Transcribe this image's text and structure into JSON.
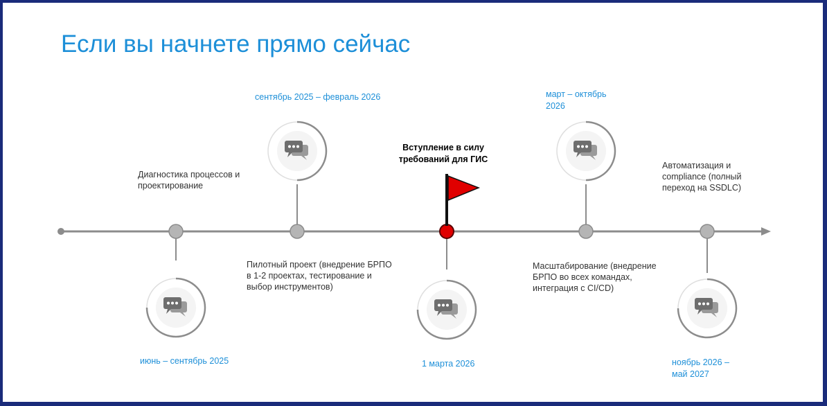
{
  "slide": {
    "title": "Если вы начнете прямо сейчас"
  },
  "timeline": {
    "milestone_label": "Вступление в силу требований для ГИС",
    "stages": [
      {
        "date": "июнь – сентябрь 2025",
        "description": "Диагностика процессов и проектирование"
      },
      {
        "date": "сентябрь 2025 – февраль 2026",
        "description": "Пилотный проект (внедрение БРПО в 1-2 проектах, тестирование и выбор инструментов)"
      },
      {
        "date": "1 марта 2026",
        "description": ""
      },
      {
        "date": "март – октябрь 2026",
        "description": "Масштабирование (внедрение БРПО во всех командах, интеграция с CI/CD)"
      },
      {
        "date": "ноябрь 2026 – май 2027",
        "description": "Автоматизация и compliance (полный переход на SSDLC)"
      }
    ]
  },
  "icons": {
    "stage_icon": "chat-bubbles-icon",
    "milestone_icon": "red-flag-icon"
  },
  "colors": {
    "accent": "#1d8fd8",
    "line": "#8c8c8c",
    "node": "#b5b5b5",
    "milestone": "#e00000",
    "frame": "#1a2b7a"
  }
}
